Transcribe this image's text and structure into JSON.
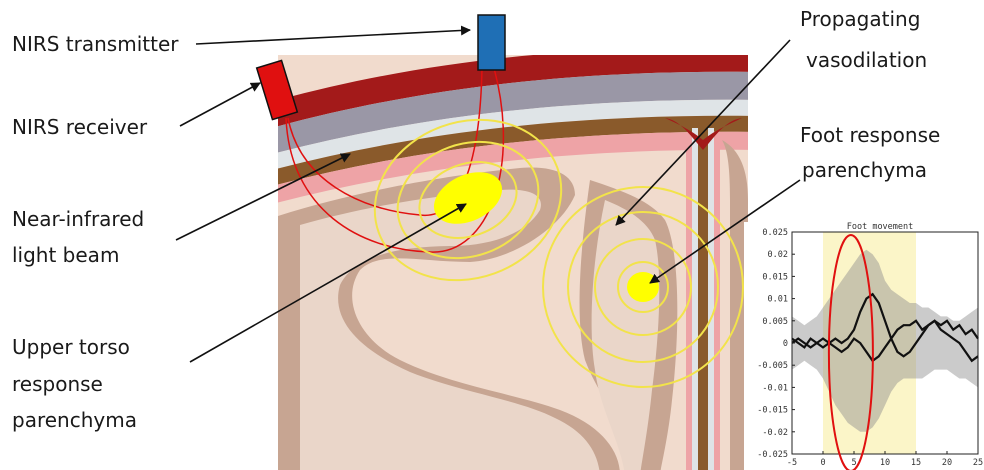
{
  "labels": {
    "nirs_transmitter": "NIRS transmitter",
    "nirs_receiver": "NIRS receiver",
    "near_infrared_1": "Near-infrared",
    "near_infrared_2": "light beam",
    "upper_torso_1": "Upper torso",
    "upper_torso_2": "response",
    "upper_torso_3": "parenchyma",
    "propagating_1": "Propagating",
    "propagating_2": "vasodilation",
    "foot_1": "Foot response",
    "foot_2": "parenchyma"
  },
  "colors": {
    "transmitter": "#1f6fb5",
    "receiver": "#e01010",
    "scalp": "#a31a1a",
    "skull": "#9a97a6",
    "csf": "#d6dde2",
    "dura": "#8a5a2b",
    "pia": "#eea3a6",
    "grey_matter": "#c7a592",
    "white_matter": "#ead6c9",
    "activation": "#ffff00",
    "ring": "#f2e34a",
    "beam": "#e01010"
  },
  "chart_data": {
    "type": "line",
    "title": "Foot movement",
    "xlim": [
      -5,
      25
    ],
    "ylim": [
      -0.025,
      0.025
    ],
    "xticks": [
      "-5",
      "0",
      "5",
      "10",
      "15",
      "20",
      "25"
    ],
    "yticks": [
      "0.025",
      "0.02",
      "0.015",
      "0.01",
      "0.005",
      "0",
      "-0.005",
      "-0.01",
      "-0.015",
      "-0.02",
      "-0.025"
    ],
    "shaded_interval": [
      0,
      15
    ],
    "series": [
      {
        "x": [
          -5,
          -4,
          -3,
          -2,
          -1,
          0,
          1,
          2,
          3,
          4,
          5,
          6,
          7,
          8,
          9,
          10,
          11,
          12,
          13,
          14,
          15,
          16,
          17,
          18,
          19,
          20,
          21,
          22,
          23,
          24,
          25
        ],
        "values": [
          0.001,
          0.0,
          -0.001,
          0.001,
          0.0,
          -0.001,
          0.0,
          0.001,
          0.0,
          0.001,
          0.003,
          0.007,
          0.01,
          0.011,
          0.009,
          0.005,
          0.001,
          -0.002,
          -0.003,
          -0.002,
          0.0,
          0.002,
          0.004,
          0.005,
          0.004,
          0.005,
          0.003,
          0.004,
          0.002,
          0.003,
          0.001
        ]
      },
      {
        "x": [
          -5,
          -4,
          -3,
          -2,
          -1,
          0,
          1,
          2,
          3,
          4,
          5,
          6,
          7,
          8,
          9,
          10,
          11,
          12,
          13,
          14,
          15,
          16,
          17,
          18,
          19,
          20,
          21,
          22,
          23,
          24,
          25
        ],
        "values": [
          0.0,
          0.001,
          0.0,
          -0.001,
          0.0,
          0.001,
          0.0,
          -0.001,
          -0.002,
          -0.001,
          0.001,
          0.0,
          -0.002,
          -0.004,
          -0.003,
          -0.001,
          0.001,
          0.003,
          0.004,
          0.004,
          0.005,
          0.003,
          0.004,
          0.005,
          0.003,
          0.002,
          0.001,
          0.0,
          -0.002,
          -0.004,
          -0.003
        ]
      }
    ],
    "band": {
      "upper": [
        0.006,
        0.005,
        0.004,
        0.005,
        0.006,
        0.008,
        0.01,
        0.012,
        0.014,
        0.016,
        0.018,
        0.02,
        0.021,
        0.02,
        0.018,
        0.014,
        0.012,
        0.011,
        0.01,
        0.009,
        0.009,
        0.008,
        0.008,
        0.007,
        0.006,
        0.006,
        0.005,
        0.005,
        0.006,
        0.007,
        0.008
      ],
      "lower": [
        -0.006,
        -0.005,
        -0.004,
        -0.005,
        -0.006,
        -0.008,
        -0.011,
        -0.014,
        -0.016,
        -0.018,
        -0.019,
        -0.02,
        -0.02,
        -0.019,
        -0.017,
        -0.014,
        -0.011,
        -0.009,
        -0.008,
        -0.008,
        -0.008,
        -0.008,
        -0.007,
        -0.006,
        -0.006,
        -0.006,
        -0.007,
        -0.008,
        -0.008,
        -0.009,
        -0.01
      ]
    }
  }
}
